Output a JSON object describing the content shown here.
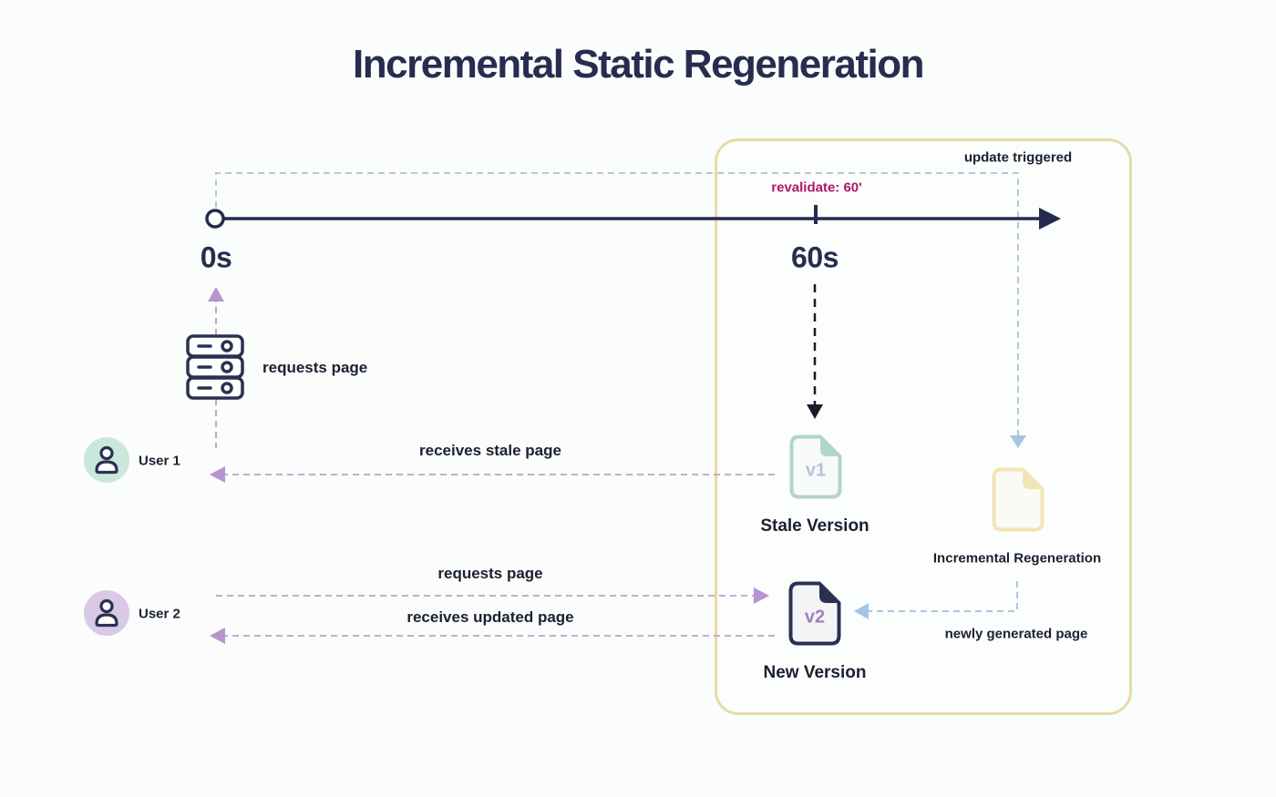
{
  "diagram": {
    "title": "Incremental Static Regeneration"
  },
  "timeline": {
    "start_tick_label": "0s",
    "revalidate_tick_label": "60s",
    "revalidate_annotation": "revalidate: 60'",
    "update_annotation": "update triggered"
  },
  "server": {
    "request_label": "requests page"
  },
  "users": [
    {
      "name": "User 1",
      "receive_label": "receives stale page"
    },
    {
      "name": "User 2",
      "request_label": "requests page",
      "receive_label": "receives updated page"
    }
  ],
  "files": {
    "stale": {
      "badge": "v1",
      "caption": "Stale Version"
    },
    "updated": {
      "badge": "v2",
      "caption": "New Version"
    },
    "regenerated": {
      "caption": "Incremental Regeneration",
      "note": "newly generated page"
    }
  },
  "colors": {
    "navy": "#252b4a",
    "magenta": "#b0156b",
    "dash_blue": "#b9c5d8",
    "blue_arrow": "#a5c4e4",
    "purple_dash": "#bcaed0",
    "purple_arrow": "#b795cf",
    "green_file": "#b2d6c4",
    "yellow_border": "#e6dca6",
    "yellow_file": "#f2e5b4",
    "avatar_green": "#cbe6da",
    "avatar_purple": "#d9c9e6"
  }
}
